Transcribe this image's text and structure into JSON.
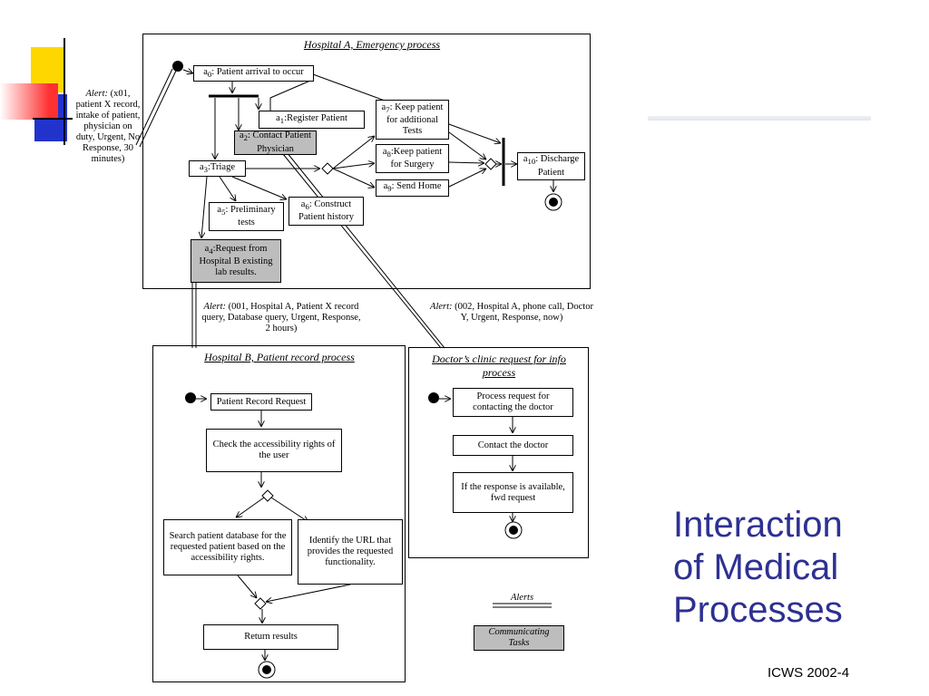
{
  "slide": {
    "title_lines": [
      "Interaction",
      "of Medical",
      "Processes"
    ],
    "footer": "ICWS 2002-4"
  },
  "hospital_a": {
    "title": "Hospital A, Emergency process",
    "a0": {
      "id": "a",
      "sub": "0",
      "text": ": Patient arrival to occur"
    },
    "a1": {
      "id": "a",
      "sub": "1",
      "text": ":Register Patient"
    },
    "a2": {
      "id": "a",
      "sub": "2",
      "text": ": Contact Patient Physician"
    },
    "a3": {
      "id": "a",
      "sub": "3",
      "text": ":Triage"
    },
    "a4": {
      "id": "a",
      "sub": "4",
      "text": ":Request from Hospital B existing lab results."
    },
    "a5": {
      "id": "a",
      "sub": "5",
      "text": ": Preliminary tests"
    },
    "a6": {
      "id": "a",
      "sub": "6",
      "text": ": Construct Patient history"
    },
    "a7": {
      "id": "a",
      "sub": "7",
      "text": ": Keep patient for additional Tests"
    },
    "a8": {
      "id": "a",
      "sub": "8",
      "text": ":Keep patient for Surgery"
    },
    "a9": {
      "id": "a",
      "sub": "9",
      "text": ": Send Home"
    },
    "a10": {
      "id": "a",
      "sub": "10",
      "text": ": Discharge Patient"
    }
  },
  "alerts": {
    "left": {
      "label": "Alert:",
      "text": " (x01, patient X record, intake of patient, physician on duty, Urgent, No Response, 30 minutes)"
    },
    "mid": {
      "label": "Alert:",
      "text": " (001, Hospital A, Patient X record query, Database query, Urgent, Response, 2 hours)"
    },
    "right": {
      "label": "Alert:",
      "text": " (002, Hospital A, phone call, Doctor Y, Urgent, Response, now)"
    }
  },
  "hospital_b": {
    "title": "Hospital B, Patient record  process",
    "n1": "Patient Record Request",
    "n2": "Check the accessibility rights of the user",
    "n3": "Search patient database for the requested patient based on the accessibility rights.",
    "n4": "Identify the URL that provides the requested functionality.",
    "n5": "Return results"
  },
  "clinic": {
    "title": "Doctor’s clinic request for info process",
    "n1": "Process request for contacting the doctor",
    "n2": "Contact the doctor",
    "n3": "If the response is available, fwd request"
  },
  "legend": {
    "alerts": "Alerts",
    "tasks": "Communicating Tasks"
  },
  "colors": {
    "title": "#2e3092",
    "deco_yellow": "#ffd700",
    "deco_blue": "#2233cc",
    "deco_red": "#ff3030",
    "task_grey": "#bdbdbd"
  }
}
